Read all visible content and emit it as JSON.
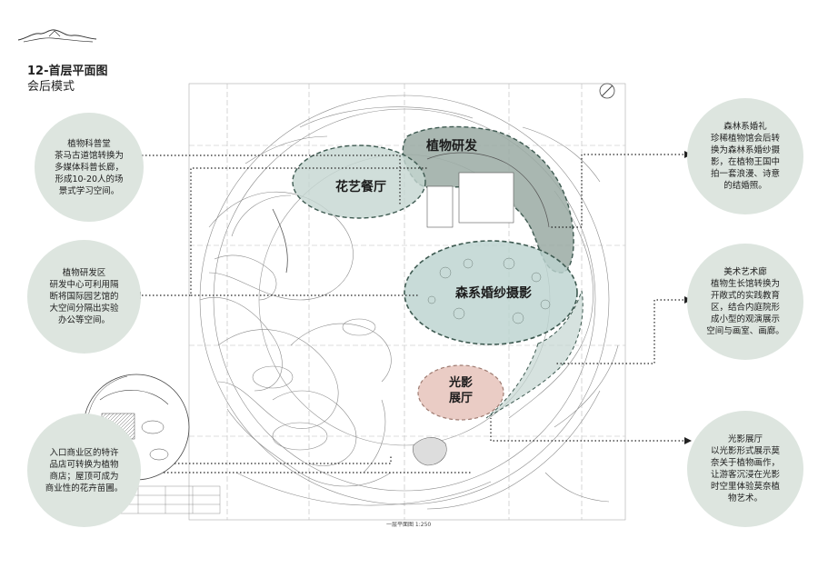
{
  "header": {
    "title": "12-首层平面图",
    "subtitle": "会后模式"
  },
  "zones": {
    "plant_research": "植物研发",
    "flower_dining": "花艺餐厅",
    "forest_wedding": "森系婚纱摄影",
    "light_gallery": "光影\n展厅"
  },
  "notes": {
    "plant_hall": "植物科普堂\n茶马古道馆转换为\n多媒体科普长廊，\n形成10-20人的场\n景式学习空间。",
    "research_zone": "植物研发区\n研发中心可利用隔\n断将国际园艺馆的\n大空间分隔出实验\n办公等空间。",
    "entrance_shop": "入口商业区的特许\n品店可转换为植物\n商店；屋顶可成为\n商业性的花卉苗圃。",
    "forest_wedding": "森林系婚礼\n珍稀植物馆会后转\n换为森林系婚纱摄\n影，在植物王国中\n拍一套浪漫、诗意\n的结婚照。",
    "art_gallery": "美术艺术廊\n植物生长馆转换为\n开敞式的实践教育\n区，结合内庭院形\n成小型的观演展示\n空间与画室、画廊。",
    "light_hall": "光影展厅\n以光影形式展示莫\n奈关于植物画作，\n让游客沉浸在光影\n时空里体验莫奈植\n物艺术。"
  },
  "plan_caption": "一层平面图 1:250",
  "colors": {
    "note_bg": "#dde5df",
    "plant_research": "#9aaaa3",
    "wedding": "#bcd3cf",
    "dining": "#c4d6d1",
    "gallery": "#e6c3bb",
    "guide": "#222222"
  }
}
